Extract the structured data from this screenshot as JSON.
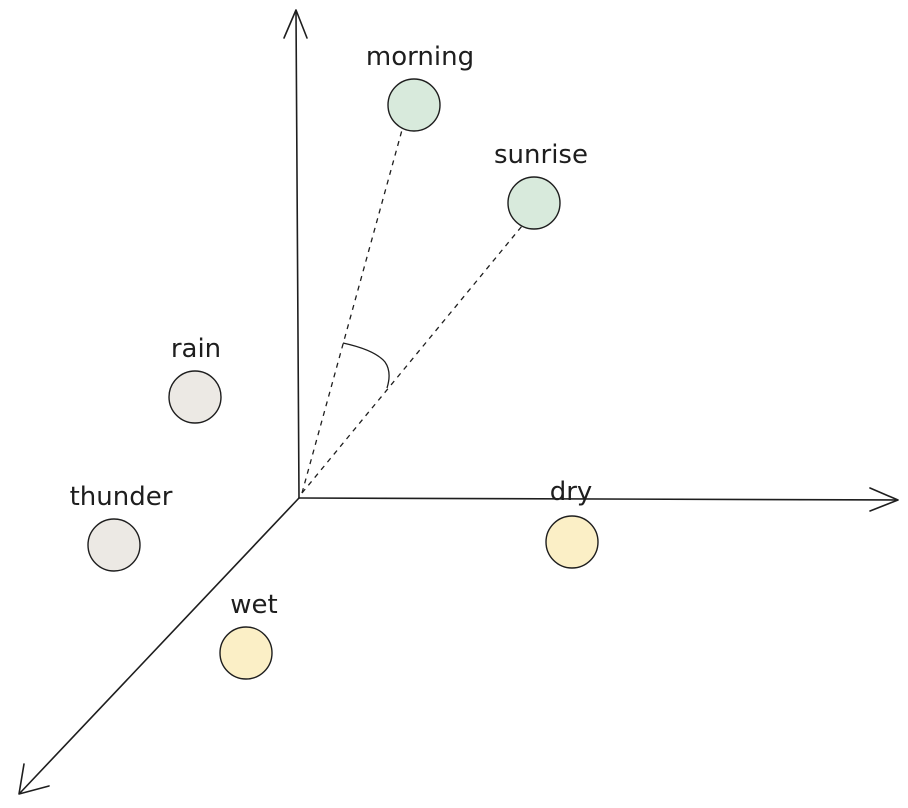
{
  "words": [
    {
      "id": "morning",
      "label": "morning",
      "color": "#d8eadc"
    },
    {
      "id": "sunrise",
      "label": "sunrise",
      "color": "#d8eadc"
    },
    {
      "id": "rain",
      "label": "rain",
      "color": "#ece9e4"
    },
    {
      "id": "thunder",
      "label": "thunder",
      "color": "#ece9e4"
    },
    {
      "id": "dry",
      "label": "dry",
      "color": "#fbefc6"
    },
    {
      "id": "wet",
      "label": "wet",
      "color": "#fbefc6"
    }
  ]
}
